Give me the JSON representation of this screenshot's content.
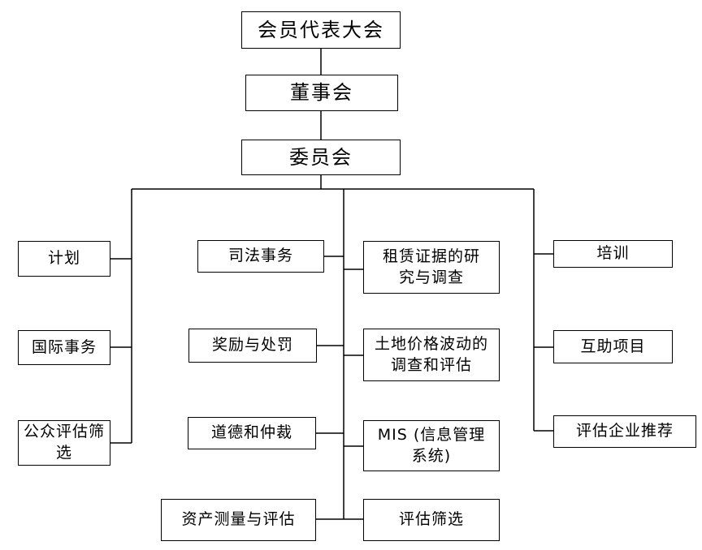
{
  "org": {
    "congress": "会员代表大会",
    "board": "董事会",
    "committee": "委员会",
    "left": {
      "plan": "计划",
      "international": "国际事务",
      "public_eval": "公众评估筛选"
    },
    "center_left": {
      "judicial": "司法事务",
      "rewards": "奖励与处罚",
      "ethics": "道德和仲裁",
      "survey": "资产测量与评估"
    },
    "center_right": {
      "lease_research": "租赁证据的研究与调查",
      "land_price": "土地价格波动的调查和评估",
      "mis": "MIS (信息管理系统)",
      "eval_screen": "评估筛选"
    },
    "right": {
      "training": "培训",
      "mutual_aid": "互助项目",
      "recommend": "评估企业推荐"
    }
  }
}
